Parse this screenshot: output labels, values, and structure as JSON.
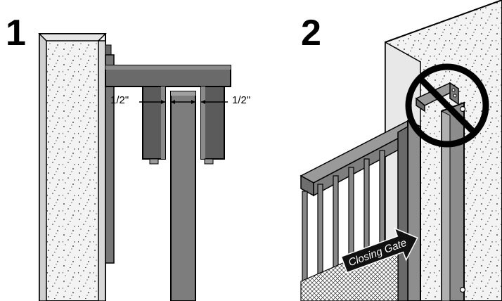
{
  "panel1": {
    "step_number": "1",
    "gap_left": "1/2\"",
    "gap_right": "1/2\""
  },
  "panel2": {
    "step_number": "2",
    "arrow_label": "Closing Gate",
    "prohibition_icon": "no-symbol-icon"
  },
  "colors": {
    "outline": "#000000",
    "concrete": "#f2f2f2",
    "steel_dark": "#555555",
    "steel_mid": "#7a7a7a",
    "steel_light": "#a8a8a8",
    "wall_face": "#eeeeee",
    "arrow_fill": "#111111"
  }
}
